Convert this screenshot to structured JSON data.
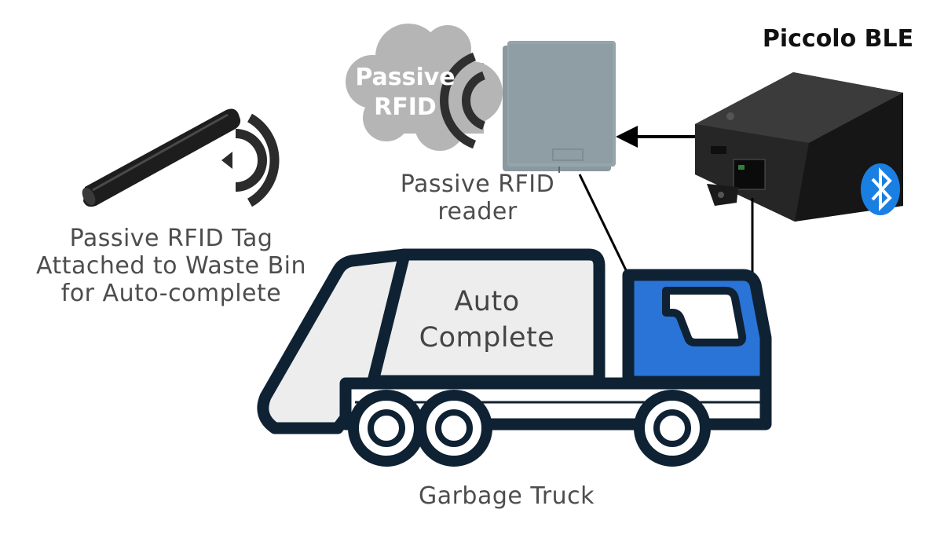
{
  "rfid_tag": {
    "label_lines": [
      "Passive RFID Tag",
      "Attached to Waste Bin",
      "for Auto-complete"
    ]
  },
  "rfid_reader": {
    "cloud_lines": [
      "Passive",
      "RFID"
    ],
    "label_lines": [
      "Passive RFID",
      "reader"
    ]
  },
  "device": {
    "title": "Piccolo BLE",
    "bluetooth_icon": "bluetooth-icon"
  },
  "truck": {
    "body_lines": [
      "Auto",
      "Complete"
    ],
    "label": "Garbage Truck"
  },
  "colors": {
    "truck_outline": "#0f2233",
    "truck_cab": "#2a74d8",
    "truck_body": "#ededed",
    "reader": "#8a989f",
    "cloud": "#b5b5b5",
    "bluetooth": "#1a7fe3",
    "text": "#4d4d4d"
  }
}
